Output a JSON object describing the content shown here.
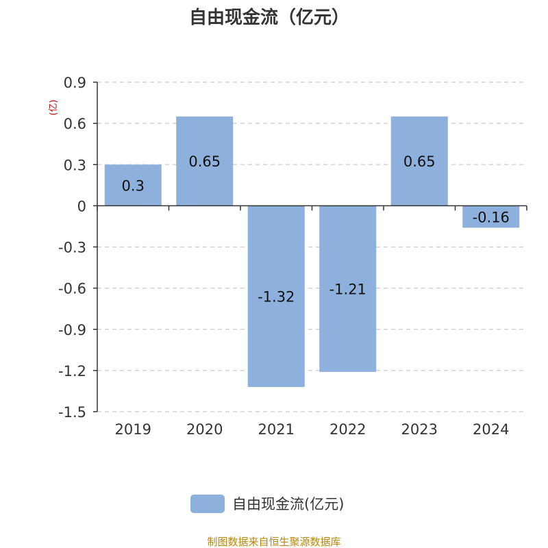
{
  "chart_data": {
    "type": "bar",
    "title": "自由现金流（亿元）",
    "ylabel": "(亿)",
    "categories": [
      "2019",
      "2020",
      "2021",
      "2022",
      "2023",
      "2024"
    ],
    "series": [
      {
        "name": "自由现金流(亿元)",
        "values": [
          0.3,
          0.65,
          -1.32,
          -1.21,
          0.65,
          -0.16
        ]
      }
    ],
    "data_labels": [
      "0.3",
      "0.65",
      "-1.32",
      "-1.21",
      "0.65",
      "-0.16"
    ],
    "ylim": [
      -1.5,
      0.9
    ],
    "yticks": [
      0.9,
      0.6,
      0.3,
      0,
      -0.3,
      -0.6,
      -0.9,
      -1.2,
      -1.5
    ],
    "ytick_labels": [
      "0.9",
      "0.6",
      "0.3",
      "0",
      "-0.3",
      "-0.6",
      "-0.9",
      "-1.2",
      "-1.5"
    ],
    "grid": true,
    "legend_position": "bottom-center",
    "colors": {
      "bar": "#8eb0dc",
      "grid": "#cccccc",
      "axis": "#333333",
      "unit": "#cc0000",
      "source": "#b8860b"
    }
  },
  "footer": {
    "source": "制图数据来自恒生聚源数据库"
  }
}
